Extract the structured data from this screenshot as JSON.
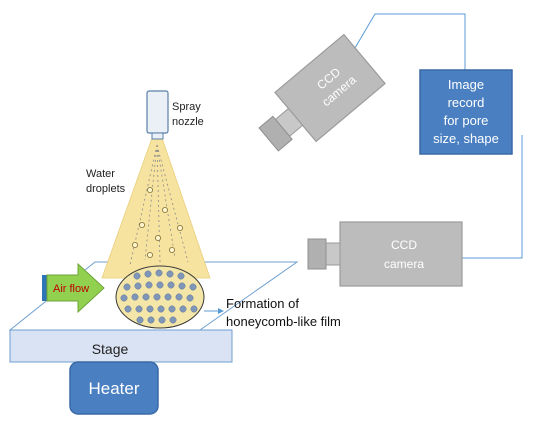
{
  "labels": {
    "spray_nozzle_line1": "Spray",
    "spray_nozzle_line2": "nozzle",
    "water_droplets_line1": "Water",
    "water_droplets_line2": "droplets",
    "air_flow": "Air flow",
    "formation_line1": "Formation of",
    "formation_line2": "honeycomb-like film",
    "stage": "Stage",
    "heater": "Heater",
    "ccd_camera_top_line1": "CCD",
    "ccd_camera_top_line2": "camera",
    "ccd_camera_right_line1": "CCD",
    "ccd_camera_right_line2": "camera",
    "image_record_line1": "Image",
    "image_record_line2": "record",
    "image_record_line3": "for pore",
    "image_record_line4": "size, shape"
  },
  "colors": {
    "box_blue": "#4a7fc1",
    "box_blue_dark": "#3a6aa5",
    "spray_yellow": "#f7e3a0",
    "film_fill": "#f4e6a8",
    "pore_blue": "#7f96b8",
    "arrow_green": "#92d050",
    "camera_grey": "#b7b7b7",
    "camera_dark": "#9a9a9a",
    "stage_fill": "#dae3f3",
    "line_blue": "#5b9bd5",
    "air_flow_text": "#c00000"
  }
}
